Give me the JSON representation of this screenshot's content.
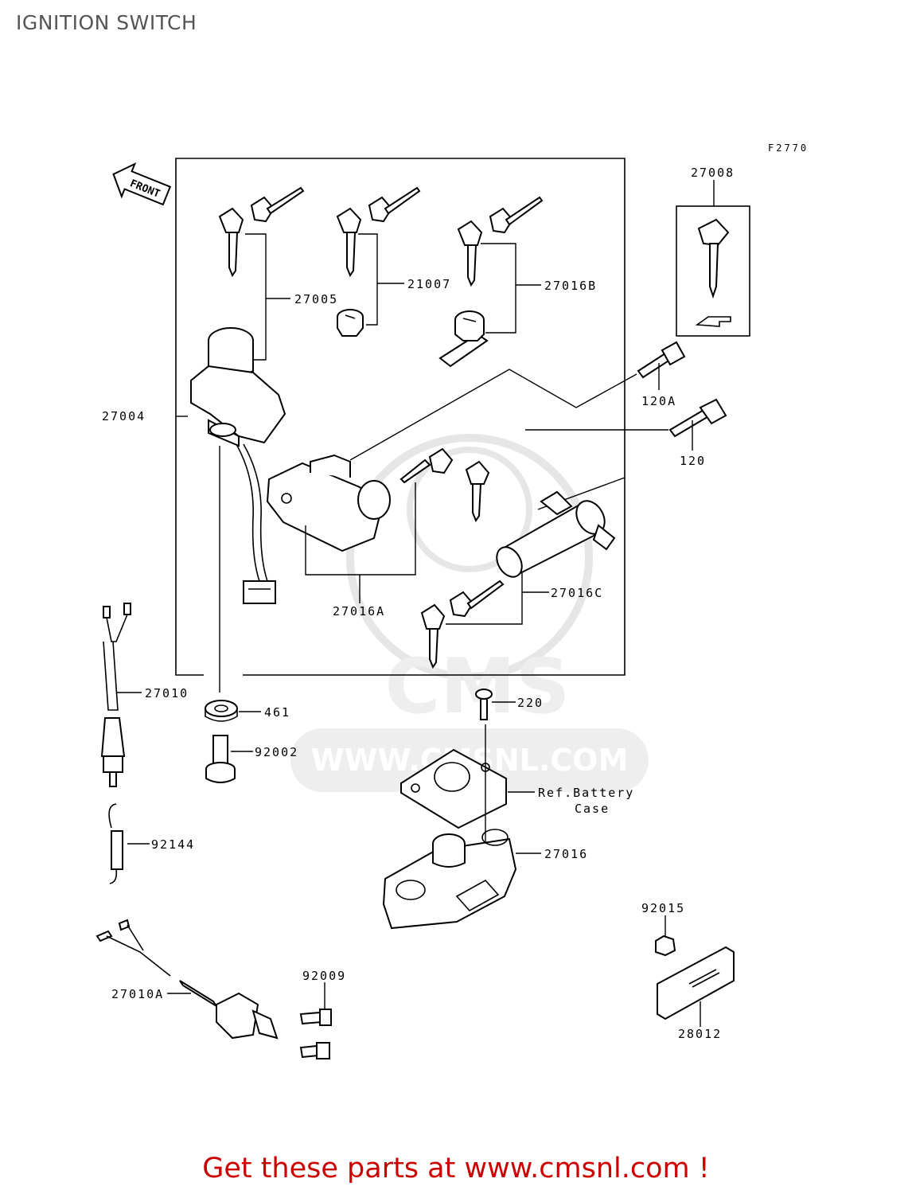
{
  "title": "IGNITION SWITCH",
  "diagram_code": "F2770",
  "direction_label": "FRONT",
  "watermark": {
    "brand": "CMS",
    "url": "WWW.CMSNL.COM"
  },
  "footer": {
    "text": "Get these parts at www.cmsnl.com !",
    "color": "#cc0000"
  },
  "parts": [
    {
      "id": "27008",
      "name": "spare-key"
    },
    {
      "id": "27005",
      "name": "key-set-27005"
    },
    {
      "id": "21007",
      "name": "key-set-21007"
    },
    {
      "id": "27016B",
      "name": "key-lock-27016b"
    },
    {
      "id": "120A",
      "name": "bolt-120a"
    },
    {
      "id": "120",
      "name": "bolt-120"
    },
    {
      "id": "27004",
      "name": "ignition-switch"
    },
    {
      "id": "27016A",
      "name": "seat-lock-27016a"
    },
    {
      "id": "27016C",
      "name": "lock-cylinder-27016c"
    },
    {
      "id": "27010",
      "name": "wire-harness-27010"
    },
    {
      "id": "461",
      "name": "washer-461"
    },
    {
      "id": "220",
      "name": "screw-220"
    },
    {
      "id": "92002",
      "name": "bolt-92002"
    },
    {
      "id": "Ref.Battery",
      "name": "ref-battery-label"
    },
    {
      "id": "Case",
      "name": "ref-case-label"
    },
    {
      "id": "92144",
      "name": "spring-92144"
    },
    {
      "id": "27016",
      "name": "lock-27016"
    },
    {
      "id": "92015",
      "name": "nut-92015"
    },
    {
      "id": "92009",
      "name": "bolt-92009"
    },
    {
      "id": "27010A",
      "name": "switch-27010a"
    },
    {
      "id": "28012",
      "name": "label-28012"
    }
  ]
}
